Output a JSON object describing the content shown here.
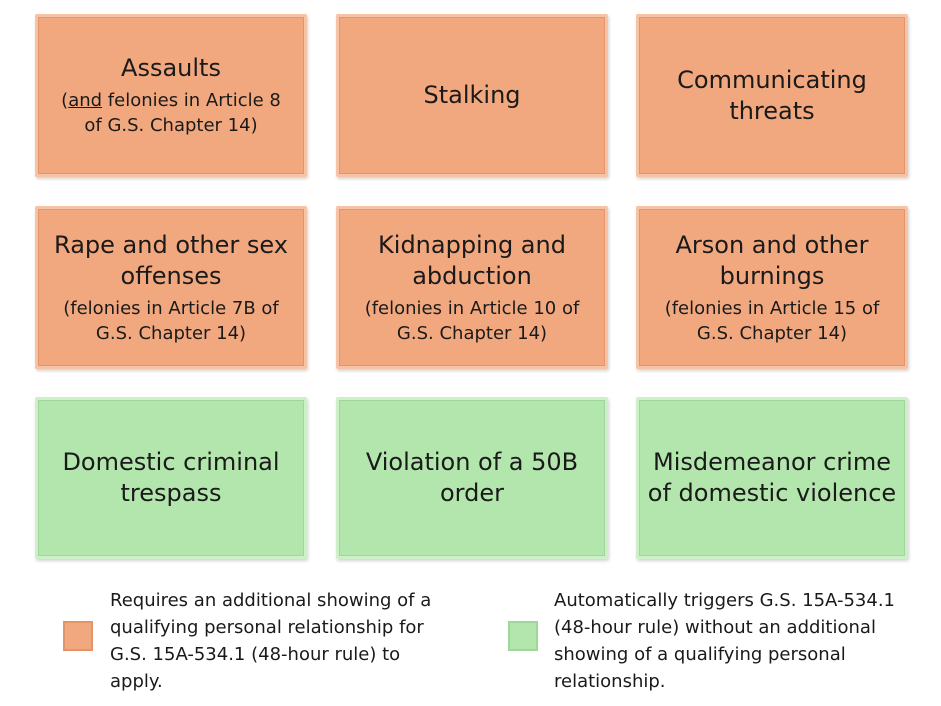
{
  "boxes": {
    "assaults": {
      "title": "Assaults",
      "sub_underlined": "and",
      "sub_prefix": "(",
      "sub_rest": " felonies in Article 8 of G.S. Chapter 14)",
      "color": "#f2a87f"
    },
    "stalking": {
      "title": "Stalking",
      "color": "#f2a87f"
    },
    "threats": {
      "title": "Communicating threats",
      "color": "#f2a87f"
    },
    "rape": {
      "title": "Rape and other sex offenses",
      "sub": "(felonies in Article 7B of G.S. Chapter 14)",
      "color": "#f2a87f"
    },
    "kidnapping": {
      "title": "Kidnapping and abduction",
      "sub": "(felonies in Article 10 of G.S. Chapter 14)",
      "color": "#f2a87f"
    },
    "arson": {
      "title": "Arson and other burnings",
      "sub": "(felonies in Article 15 of G.S. Chapter 14)",
      "color": "#f2a87f"
    },
    "trespass": {
      "title": "Domestic criminal trespass",
      "color": "#b3e6ad"
    },
    "violation": {
      "title": "Violation of a 50B order",
      "color": "#b3e6ad"
    },
    "misdemeanor": {
      "title": "Misdemeanor crime of domestic violence",
      "color": "#b3e6ad"
    }
  },
  "legend": {
    "orange_text": "Requires an additional showing of a qualifying personal relationship for G.S. 15A-534.1 (48-hour rule) to apply.",
    "green_text": "Automatically triggers G.S. 15A-534.1 (48-hour rule) without an additional showing of a qualifying personal relationship.",
    "orange_color": "#f2a87f",
    "green_color": "#b3e6ad"
  }
}
